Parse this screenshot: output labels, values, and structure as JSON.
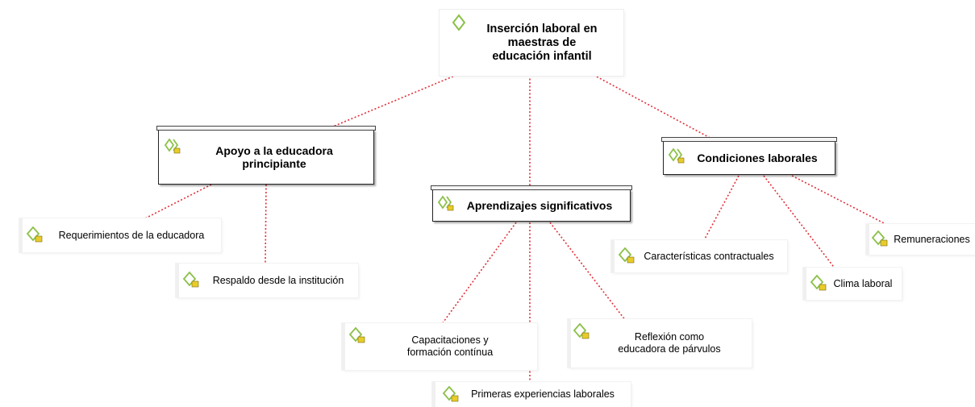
{
  "root": {
    "label": "Inserción laboral en\nmaestras de\neducación infantil",
    "icon": "diamond-code-icon"
  },
  "categories": [
    {
      "id": "apoyo",
      "label": "Apoyo a la educadora\nprincipiante",
      "icon": "code-family-icon"
    },
    {
      "id": "aprendizajes",
      "label": "Aprendizajes significativos",
      "icon": "code-family-icon"
    },
    {
      "id": "condiciones",
      "label": "Condiciones laborales",
      "icon": "code-family-icon"
    }
  ],
  "codes": [
    {
      "id": "requerimientos",
      "label": "Requerimientos de la educadora",
      "parent": "apoyo",
      "icon": "memo-code-icon"
    },
    {
      "id": "respaldo",
      "label": "Respaldo desde la institución",
      "parent": "apoyo",
      "icon": "memo-code-icon"
    },
    {
      "id": "capacitaciones",
      "label": "Capacitaciones y\nformación contínua",
      "parent": "aprendizajes",
      "icon": "memo-code-icon"
    },
    {
      "id": "primeras",
      "label": "Primeras experiencias laborales",
      "parent": "aprendizajes",
      "icon": "memo-code-icon"
    },
    {
      "id": "reflexion",
      "label": "Reflexión como\neducadora de párvulos",
      "parent": "aprendizajes",
      "icon": "memo-code-icon"
    },
    {
      "id": "caracteristicas",
      "label": "Características contractuales",
      "parent": "condiciones",
      "icon": "memo-code-icon"
    },
    {
      "id": "clima",
      "label": "Clima laboral",
      "parent": "condiciones",
      "icon": "memo-code-icon"
    },
    {
      "id": "remuneraciones",
      "label": "Remuneraciones",
      "parent": "condiciones",
      "icon": "memo-code-icon"
    }
  ],
  "colors": {
    "link": "#e0303a",
    "icon_green": "#8cc04a",
    "icon_yellow": "#e8cc2a"
  }
}
